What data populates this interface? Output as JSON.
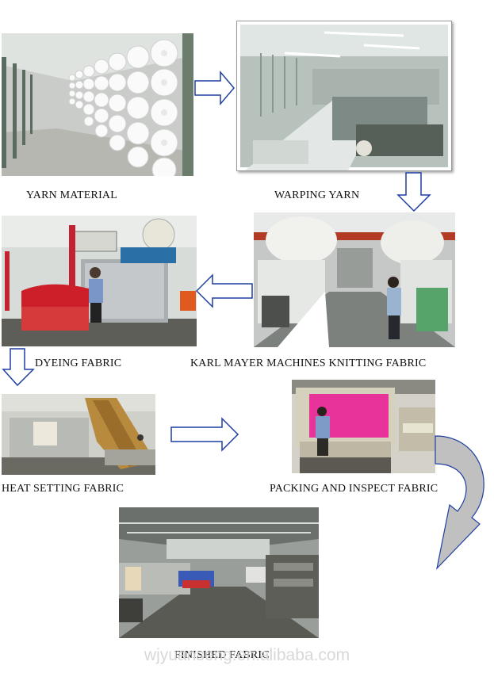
{
  "steps": [
    {
      "label": "YARN MATERIAL"
    },
    {
      "label": "WARPING YARN"
    },
    {
      "label": "KARL MAYER MACHINES KNITTING FABRIC"
    },
    {
      "label": "DYEING FABRIC"
    },
    {
      "label": "HEAT SETTING FABRIC"
    },
    {
      "label": "PACKING AND INSPECT FABRIC"
    },
    {
      "label": "FINISHED FABRIC"
    }
  ],
  "watermark": "wjyuanseng.en.alibaba.com",
  "colors": {
    "arrow_stroke": "#1f3fa3",
    "curved_arrow_fill": "#c0c0c0",
    "packing_fabric": "#e8339a",
    "dyeing_fabric": "#cc1f2a"
  }
}
